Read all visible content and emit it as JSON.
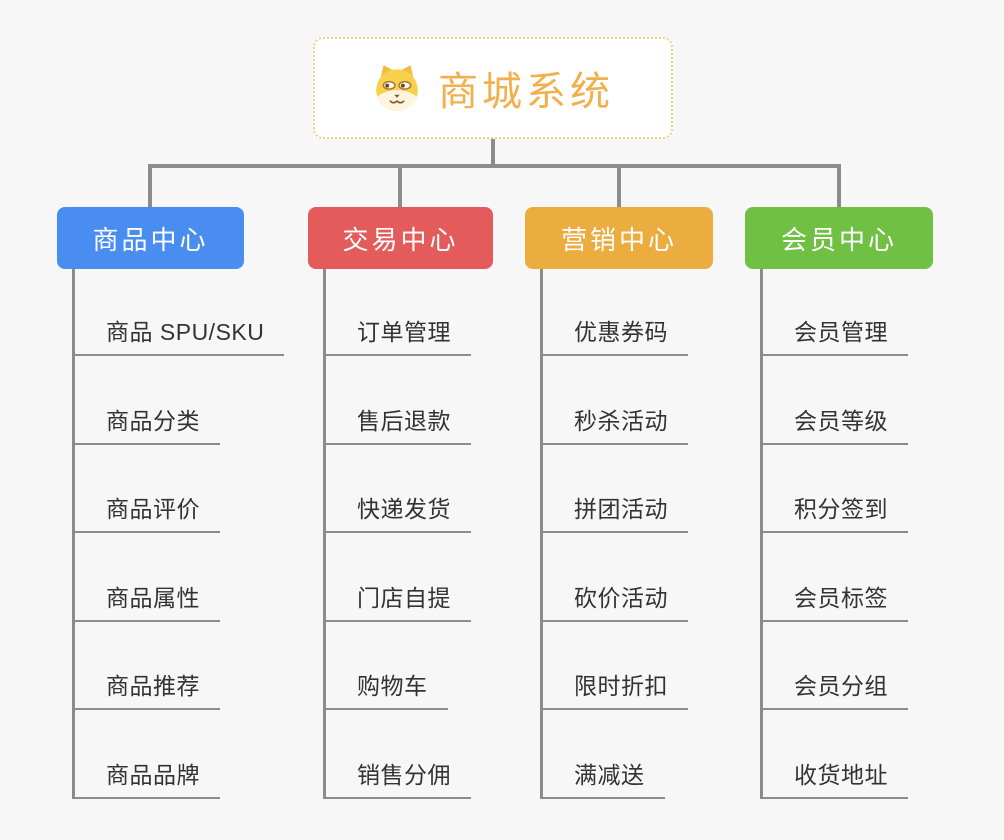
{
  "root": {
    "title": "商城系统",
    "icon": "doge-icon"
  },
  "branches": [
    {
      "label": "商品中心",
      "color": "#4a8df0",
      "items": [
        "商品 SPU/SKU",
        "商品分类",
        "商品评价",
        "商品属性",
        "商品推荐",
        "商品品牌"
      ]
    },
    {
      "label": "交易中心",
      "color": "#e45b5b",
      "items": [
        "订单管理",
        "售后退款",
        "快递发货",
        "门店自提",
        "购物车",
        "销售分佣"
      ]
    },
    {
      "label": "营销中心",
      "color": "#ebac40",
      "items": [
        "优惠券码",
        "秒杀活动",
        "拼团活动",
        "砍价活动",
        "限时折扣",
        "满减送"
      ]
    },
    {
      "label": "会员中心",
      "color": "#70c043",
      "items": [
        "会员管理",
        "会员等级",
        "积分签到",
        "会员标签",
        "会员分组",
        "收货地址"
      ]
    }
  ],
  "colors": {
    "background": "#f7f7f8",
    "connector": "#8c8c8c",
    "root_text": "#f2af4d",
    "root_border": "#f3cd8a",
    "item_text": "#333333"
  }
}
